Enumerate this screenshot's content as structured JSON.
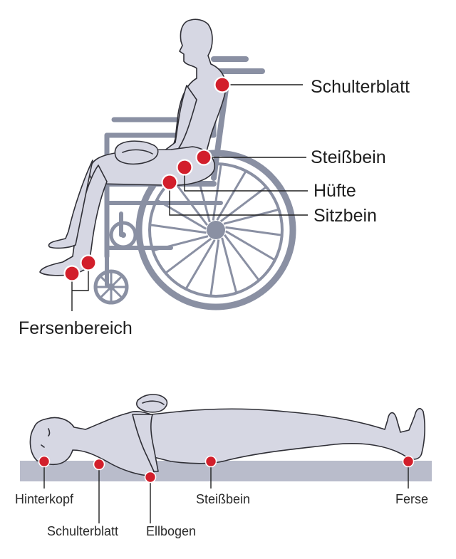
{
  "wheelchair": {
    "labels": {
      "schulterblatt": "Schulterblatt",
      "steissbein": "Steißbein",
      "huefte": "Hüfte",
      "sitzbein": "Sitzbein",
      "fersenbereich": "Fersenbereich"
    }
  },
  "lying": {
    "labels": {
      "hinterkopf": "Hinterkopf",
      "schulterblatt": "Schulterblatt",
      "ellbogen": "Ellbogen",
      "steissbein": "Steißbein",
      "ferse": "Ferse"
    }
  },
  "colors": {
    "pressure_point": "#d21f2b",
    "body_fill": "#d6d7e3",
    "wheelchair": "#8a90a3",
    "mattress": "#b9bccb"
  }
}
